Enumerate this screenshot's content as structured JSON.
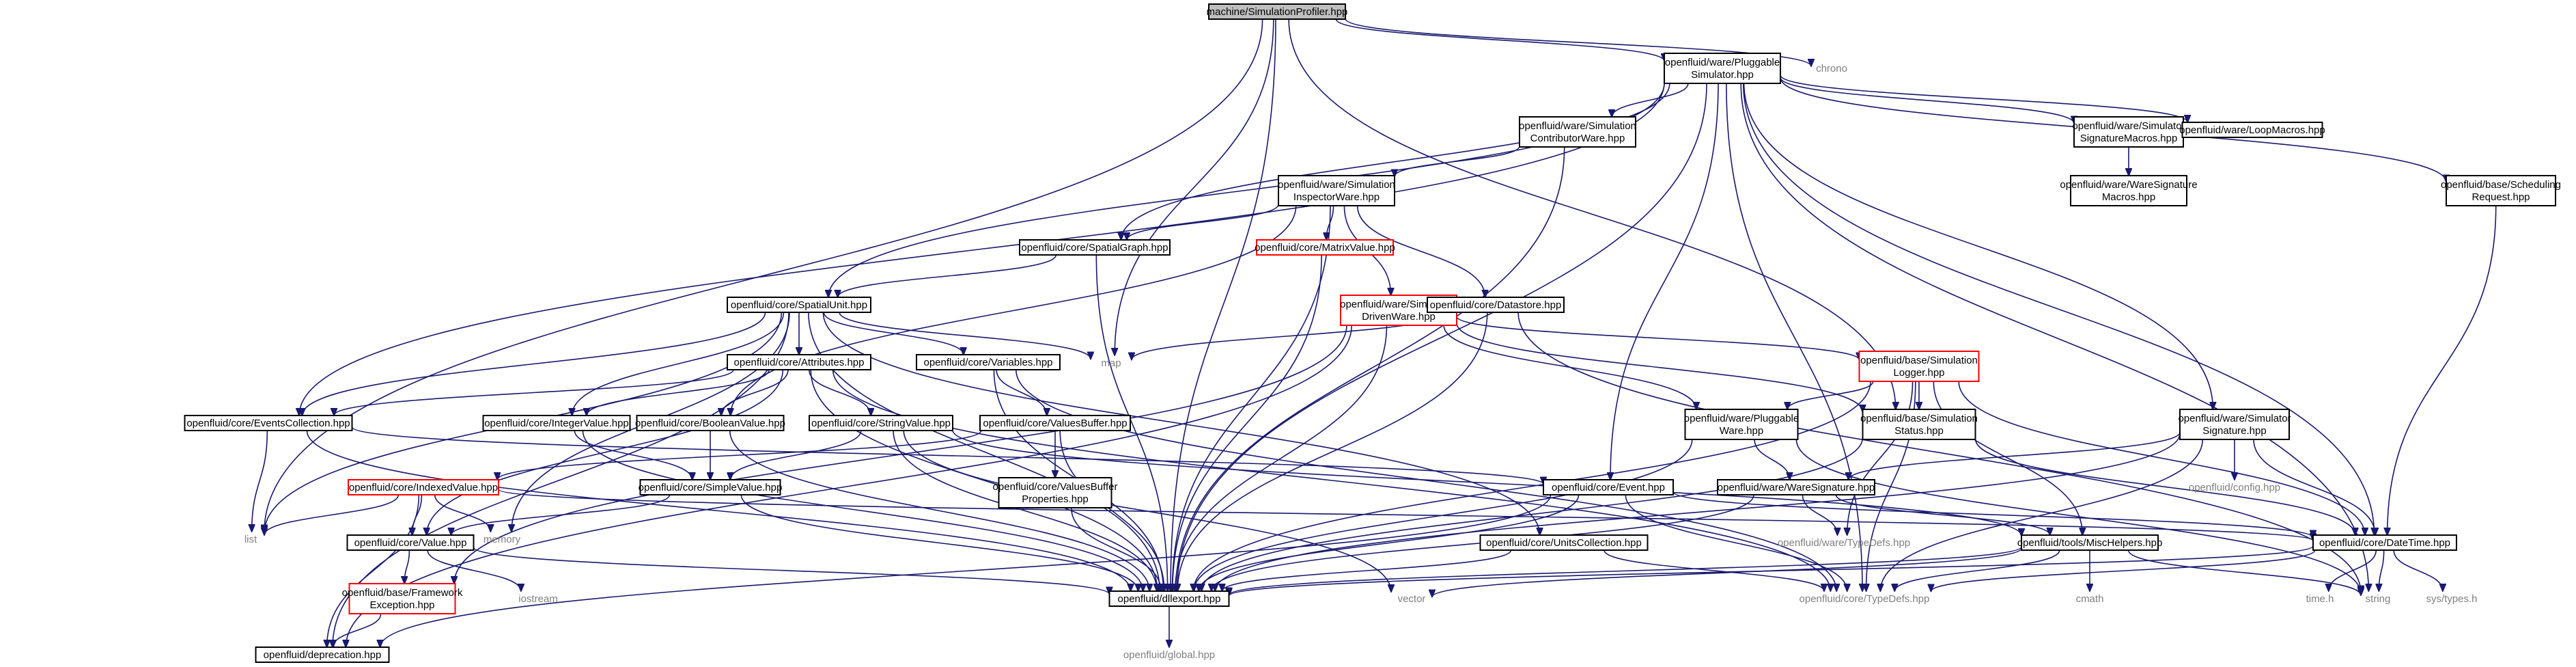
{
  "graph": {
    "kind": "include-dependency-graph",
    "colors": {
      "edge": "#191970",
      "root_fill": "#bfbfbf",
      "node_border": "#000000",
      "incomplete_border": "#ff0000",
      "external_text": "#7f7f7f"
    },
    "nodes": [
      {
        "id": "root",
        "label": [
          "machine/SimulationProfiler.hpp"
        ],
        "style": "root"
      },
      {
        "id": "chrono",
        "label": [
          "chrono"
        ],
        "style": "external"
      },
      {
        "id": "pluggable_sim",
        "label": [
          "openfluid/ware/Pluggable",
          "Simulator.hpp"
        ],
        "style": "normal"
      },
      {
        "id": "contrib_ware",
        "label": [
          "openfluid/ware/Simulation",
          "ContributorWare.hpp"
        ],
        "style": "normal"
      },
      {
        "id": "sig_macros",
        "label": [
          "openfluid/ware/Simulator",
          "SignatureMacros.hpp"
        ],
        "style": "normal"
      },
      {
        "id": "loop_macros",
        "label": [
          "openfluid/ware/LoopMacros.hpp"
        ],
        "style": "normal"
      },
      {
        "id": "ware_sig_macros",
        "label": [
          "openfluid/ware/WareSignature",
          "Macros.hpp"
        ],
        "style": "normal"
      },
      {
        "id": "sched_req",
        "label": [
          "openfluid/base/Scheduling",
          "Request.hpp"
        ],
        "style": "normal"
      },
      {
        "id": "inspector_ware",
        "label": [
          "openfluid/ware/Simulation",
          "InspectorWare.hpp"
        ],
        "style": "normal"
      },
      {
        "id": "spatial_graph",
        "label": [
          "openfluid/core/SpatialGraph.hpp"
        ],
        "style": "normal"
      },
      {
        "id": "matrix_value",
        "label": [
          "openfluid/core/MatrixValue.hpp"
        ],
        "style": "incomplete"
      },
      {
        "id": "sim_driven",
        "label": [
          "openfluid/ware/Simulation",
          "DrivenWare.hpp"
        ],
        "style": "incomplete"
      },
      {
        "id": "datastore",
        "label": [
          "openfluid/core/Datastore.hpp"
        ],
        "style": "normal"
      },
      {
        "id": "spatial_unit",
        "label": [
          "openfluid/core/SpatialUnit.hpp"
        ],
        "style": "normal"
      },
      {
        "id": "map",
        "label": [
          "map"
        ],
        "style": "external"
      },
      {
        "id": "sim_logger",
        "label": [
          "openfluid/base/Simulation",
          "Logger.hpp"
        ],
        "style": "incomplete"
      },
      {
        "id": "attributes",
        "label": [
          "openfluid/core/Attributes.hpp"
        ],
        "style": "normal"
      },
      {
        "id": "variables",
        "label": [
          "openfluid/core/Variables.hpp"
        ],
        "style": "normal"
      },
      {
        "id": "events_coll",
        "label": [
          "openfluid/core/EventsCollection.hpp"
        ],
        "style": "normal"
      },
      {
        "id": "integer_value",
        "label": [
          "openfluid/core/IntegerValue.hpp"
        ],
        "style": "normal"
      },
      {
        "id": "boolean_value",
        "label": [
          "openfluid/core/BooleanValue.hpp"
        ],
        "style": "normal"
      },
      {
        "id": "string_value",
        "label": [
          "openfluid/core/StringValue.hpp"
        ],
        "style": "normal"
      },
      {
        "id": "values_buffer",
        "label": [
          "openfluid/core/ValuesBuffer.hpp"
        ],
        "style": "normal"
      },
      {
        "id": "pluggable_ware",
        "label": [
          "openfluid/ware/Pluggable",
          "Ware.hpp"
        ],
        "style": "normal"
      },
      {
        "id": "sim_status",
        "label": [
          "openfluid/base/Simulation",
          "Status.hpp"
        ],
        "style": "normal"
      },
      {
        "id": "sim_signature",
        "label": [
          "openfluid/ware/Simulator",
          "Signature.hpp"
        ],
        "style": "normal"
      },
      {
        "id": "indexed_value",
        "label": [
          "openfluid/core/IndexedValue.hpp"
        ],
        "style": "incomplete"
      },
      {
        "id": "simple_value",
        "label": [
          "openfluid/core/SimpleValue.hpp"
        ],
        "style": "normal"
      },
      {
        "id": "vb_props",
        "label": [
          "openfluid/core/ValuesBuffer",
          "Properties.hpp"
        ],
        "style": "normal"
      },
      {
        "id": "event",
        "label": [
          "openfluid/core/Event.hpp"
        ],
        "style": "normal"
      },
      {
        "id": "ware_signature",
        "label": [
          "openfluid/ware/WareSignature.hpp"
        ],
        "style": "normal"
      },
      {
        "id": "config",
        "label": [
          "openfluid/config.hpp"
        ],
        "style": "external"
      },
      {
        "id": "list",
        "label": [
          "list"
        ],
        "style": "external"
      },
      {
        "id": "memory",
        "label": [
          "memory"
        ],
        "style": "external"
      },
      {
        "id": "value",
        "label": [
          "openfluid/core/Value.hpp"
        ],
        "style": "normal"
      },
      {
        "id": "units_coll",
        "label": [
          "openfluid/core/UnitsCollection.hpp"
        ],
        "style": "normal"
      },
      {
        "id": "ware_typedefs",
        "label": [
          "openfluid/ware/TypeDefs.hpp"
        ],
        "style": "external"
      },
      {
        "id": "misc_helpers",
        "label": [
          "openfluid/tools/MiscHelpers.hpp"
        ],
        "style": "normal"
      },
      {
        "id": "datetime",
        "label": [
          "openfluid/core/DateTime.hpp"
        ],
        "style": "normal"
      },
      {
        "id": "framework_exc",
        "label": [
          "openfluid/base/Framework",
          "Exception.hpp"
        ],
        "style": "incomplete"
      },
      {
        "id": "iostream",
        "label": [
          "iostream"
        ],
        "style": "external"
      },
      {
        "id": "dllexport",
        "label": [
          "openfluid/dllexport.hpp"
        ],
        "style": "normal"
      },
      {
        "id": "vector",
        "label": [
          "vector"
        ],
        "style": "external"
      },
      {
        "id": "core_typedefs",
        "label": [
          "openfluid/core/TypeDefs.hpp"
        ],
        "style": "external"
      },
      {
        "id": "cmath",
        "label": [
          "cmath"
        ],
        "style": "external"
      },
      {
        "id": "time_h",
        "label": [
          "time.h"
        ],
        "style": "external"
      },
      {
        "id": "string",
        "label": [
          "string"
        ],
        "style": "external"
      },
      {
        "id": "sys_types",
        "label": [
          "sys/types.h"
        ],
        "style": "external"
      },
      {
        "id": "deprecation",
        "label": [
          "openfluid/deprecation.hpp"
        ],
        "style": "normal"
      },
      {
        "id": "global",
        "label": [
          "openfluid/global.hpp"
        ],
        "style": "external"
      }
    ]
  }
}
